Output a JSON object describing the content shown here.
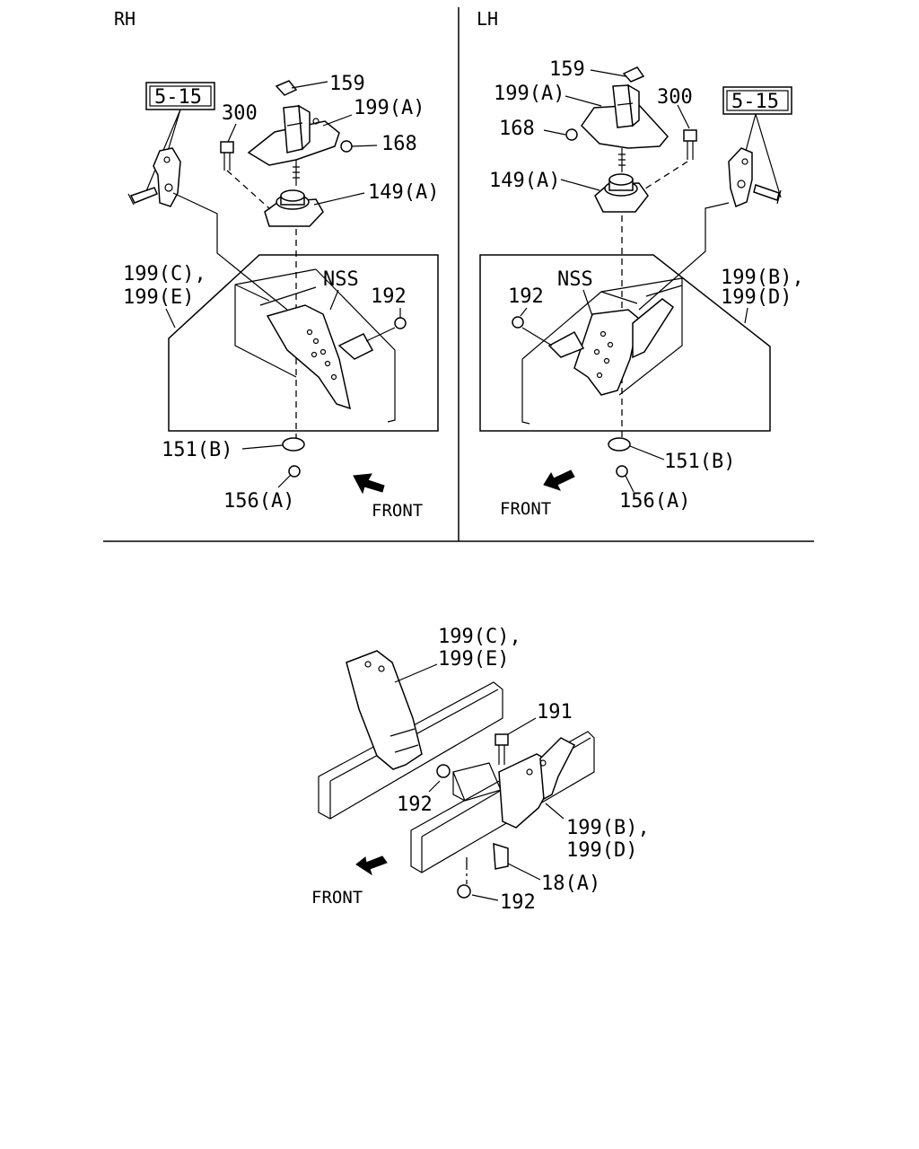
{
  "rh_panel": {
    "header": "RH",
    "ref_box": "5-15",
    "labels": {
      "p159": "159",
      "p300": "300",
      "p199a": "199(A)",
      "p168": "168",
      "p149a": "149(A)",
      "p199c": "199(C),",
      "p199e": "199(E)",
      "nss": "NSS",
      "p192": "192",
      "p151b": "151(B)",
      "p156a": "156(A)"
    },
    "front": "FRONT"
  },
  "lh_panel": {
    "header": "LH",
    "ref_box": "5-15",
    "labels": {
      "p159": "159",
      "p199a": "199(A)",
      "p300": "300",
      "p168": "168",
      "p149a": "149(A)",
      "nss": "NSS",
      "p192": "192",
      "p199b": "199(B),",
      "p199d": "199(D)",
      "p151b": "151(B)",
      "p156a": "156(A)"
    },
    "front": "FRONT"
  },
  "bottom_view": {
    "labels": {
      "p199c": "199(C),",
      "p199e": "199(E)",
      "p191": "191",
      "p192a": "192",
      "p199b": "199(B),",
      "p199d": "199(D)",
      "p18a": "18(A)",
      "p192b": "192"
    },
    "front": "FRONT"
  }
}
